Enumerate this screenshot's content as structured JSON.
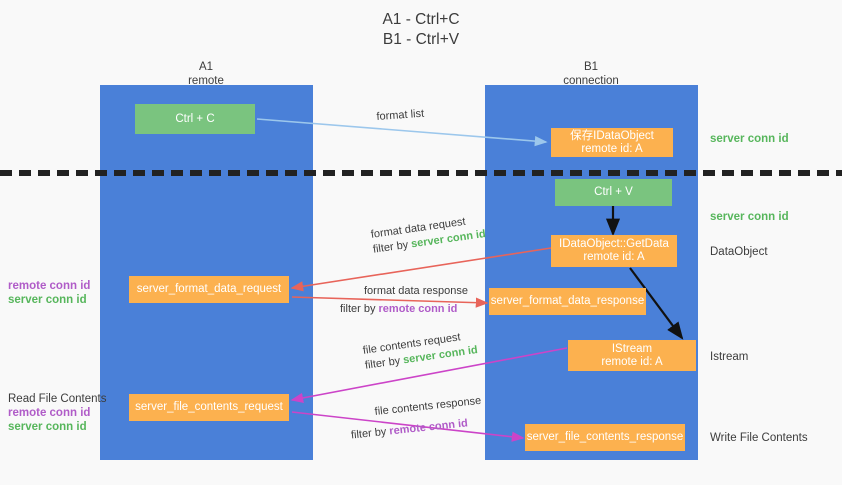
{
  "title": {
    "line1": "A1 - Ctrl+C",
    "line2": "B1 - Ctrl+V"
  },
  "lanes": [
    {
      "id": "a1",
      "name": "A1",
      "subtitle": "remote"
    },
    {
      "id": "b1",
      "name": "B1",
      "subtitle": "connection"
    }
  ],
  "nodes": {
    "ctrl_c": "Ctrl + C",
    "ctrl_v": "Ctrl + V",
    "save_idataobject_l1": "保存IDataObject",
    "save_idataobject_l2": "remote id: A",
    "getdata_l1": "IDataObject::GetData",
    "getdata_l2": "remote id: A",
    "istream_l1": "IStream",
    "istream_l2": "remote id: A",
    "server_format_data_request": "server_format_data_request",
    "server_format_data_response": "server_format_data_response",
    "server_file_contents_request": "server_file_contents_request",
    "server_file_contents_response": "server_file_contents_response"
  },
  "edges": {
    "format_list": "format list",
    "format_data_request": "format data request",
    "format_data_request_filter_prefix": "filter by ",
    "format_data_request_filter_value": "server conn id",
    "format_data_response": "format data response",
    "format_data_response_filter_prefix": "filter by ",
    "format_data_response_filter_value": "remote conn id",
    "file_contents_request": "file contents request",
    "file_contents_request_filter_prefix": "filter by ",
    "file_contents_request_filter_value": "server conn id",
    "file_contents_response": "file contents response",
    "file_contents_response_filter_prefix": "filter by ",
    "file_contents_response_filter_value": "remote conn id"
  },
  "annotations": {
    "server_conn_id_top": "server conn id",
    "server_conn_id_mid": "server conn id",
    "dataobject": "DataObject",
    "istream": "Istream",
    "write_file_contents": "Write File Contents",
    "read_file_contents": "Read File Contents",
    "left_remote_conn_id_1": "remote conn id",
    "left_server_conn_id_1": "server conn id",
    "left_remote_conn_id_2": "remote conn id",
    "left_server_conn_id_2": "server conn id"
  },
  "colors": {
    "lane": "#4a80d8",
    "green_box": "#7ac47f",
    "orange_box": "#fcb14f",
    "background": "#f9f9f9",
    "green_text": "#57b65c",
    "purple_text": "#b05cc8",
    "arrow_light_blue": "#9cc7ec",
    "arrow_red": "#e8645a",
    "arrow_magenta": "#cc44c8",
    "arrow_black": "#111111"
  }
}
